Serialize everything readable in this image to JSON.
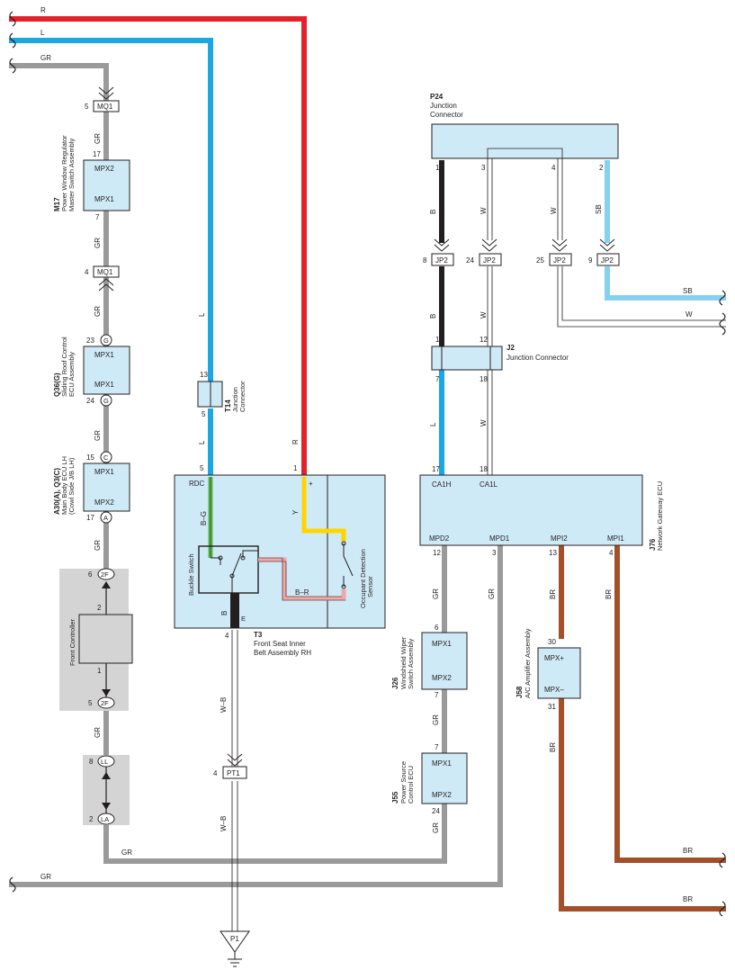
{
  "diagram": {
    "colors": {
      "R": "#e2222a",
      "L": "#1aa7e4",
      "GR": "#9a9a9a",
      "B": "#231f20",
      "W": "#ffffff",
      "SB": "#86d0f0",
      "BR": "#a24f2a",
      "Y": "#ffd500",
      "BG": "#58b84a",
      "BR_pink": "#f2a6a6",
      "box": "#cfeaf7",
      "gray_box": "#d4d4d4"
    },
    "wires": {
      "R": "R",
      "L": "L",
      "GR": "GR",
      "B": "B",
      "W": "W",
      "SB": "SB",
      "BR": "BR",
      "Y": "Y",
      "BG": "B–G",
      "BR2": "B–R",
      "WB": "W–B"
    },
    "components": {
      "m17": {
        "id": "M17",
        "name1": "Power Window Regulator",
        "name2": "Master Switch Assembly",
        "pin_top": "MPX2",
        "pin_bot": "MPX1",
        "num_top": "17",
        "num_bot": "7"
      },
      "q36": {
        "id": "Q36(G)",
        "name1": "Sliding Roof Control",
        "name2": "ECU Assembly",
        "pin_top": "MPX1",
        "pin_bot": "MPX1",
        "num_top": "23",
        "num_bot": "24",
        "conn": "G"
      },
      "a30": {
        "id": "A30(A), Q3(C)",
        "name1": "Main Body ECU LH",
        "name2": "(Cowl Side J/B LH)",
        "pin_top": "MPX1",
        "pin_bot": "MPX2",
        "num_top": "15",
        "num_bot": "17",
        "conn_top": "C",
        "conn_bot": "A"
      },
      "front_controller": {
        "name": "Front Controller",
        "pin_top": "2",
        "pin_bot": "1"
      },
      "t14": {
        "id": "T14",
        "name1": "Junction",
        "name2": "Connector",
        "num_top": "13",
        "num_bot": "5"
      },
      "t3": {
        "id": "T3",
        "name1": "Front Seat Inner",
        "name2": "Belt Assembly RH",
        "rdc": "RDC",
        "plus": "+",
        "e": "E",
        "buckle": "Buckle Switch",
        "occupant1": "Occupant Detection",
        "occupant2": "Sensor",
        "pin_l": "5",
        "pin_r": "1",
        "pin_e": "4"
      },
      "p1": {
        "id": "P1"
      },
      "p24": {
        "id": "P24",
        "name1": "Junction",
        "name2": "Connector",
        "pins": [
          "1",
          "3",
          "4",
          "2"
        ]
      },
      "j2": {
        "id": "J2",
        "name": "Junction Connector",
        "pins": [
          "1",
          "12",
          "7",
          "18"
        ]
      },
      "j76": {
        "id": "J76",
        "name": "Network Gateway ECU",
        "ca1h": "CA1H",
        "ca1l": "CA1L",
        "mpd2": "MPD2",
        "mpd1": "MPD1",
        "mpi2": "MPI2",
        "mpi1": "MPI1",
        "n17": "17",
        "n18": "18",
        "n12": "12",
        "n3": "3",
        "n13": "13",
        "n4": "4"
      },
      "j26": {
        "id": "J26",
        "name1": "Windshield Wiper",
        "name2": "Switch Assembly",
        "pin_top": "MPX1",
        "pin_bot": "MPX2",
        "num_top": "6",
        "num_bot": "7"
      },
      "j55": {
        "id": "J55",
        "name1": "Power Source",
        "name2": "Control ECU",
        "pin_top": "MPX1",
        "pin_bot": "MPX2",
        "num_top": "7",
        "num_bot": "24"
      },
      "j58": {
        "id": "J58",
        "name1": "A/C Amplifier Assembly",
        "pin_top": "MPX+",
        "pin_bot": "MPX–",
        "num_top": "30",
        "num_bot": "31"
      }
    },
    "connectors": {
      "mq1_top": {
        "label": "MQ1",
        "num": "5"
      },
      "mq1_bot": {
        "label": "MQ1",
        "num": "4"
      },
      "c2f_top": {
        "label": "2F",
        "num": "6"
      },
      "c2f_bot": {
        "label": "2F",
        "num": "5"
      },
      "ll": {
        "label": "LL",
        "num": "8"
      },
      "la": {
        "label": "LA",
        "num": "2"
      },
      "pt1": {
        "label": "PT1",
        "num": "4"
      },
      "jp2_a": {
        "label": "JP2",
        "num": "8"
      },
      "jp2_b": {
        "label": "JP2",
        "num": "24"
      },
      "jp2_c": {
        "label": "JP2",
        "num": "25"
      },
      "jp2_d": {
        "label": "JP2",
        "num": "9"
      }
    }
  }
}
